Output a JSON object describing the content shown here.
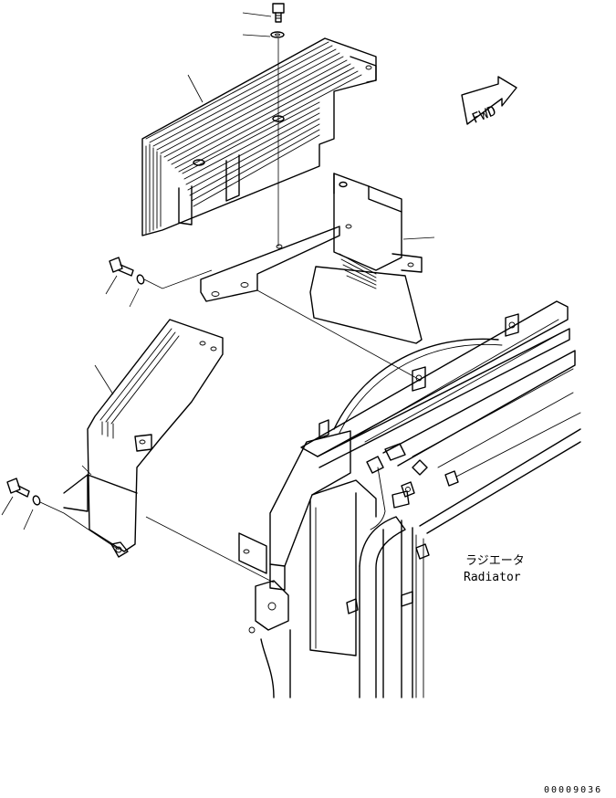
{
  "diagram": {
    "fwd_arrow_label": "FWD",
    "radiator_label_jp": "ラジエータ",
    "radiator_label_en": "Radiator",
    "drawing_number": "00009036"
  }
}
